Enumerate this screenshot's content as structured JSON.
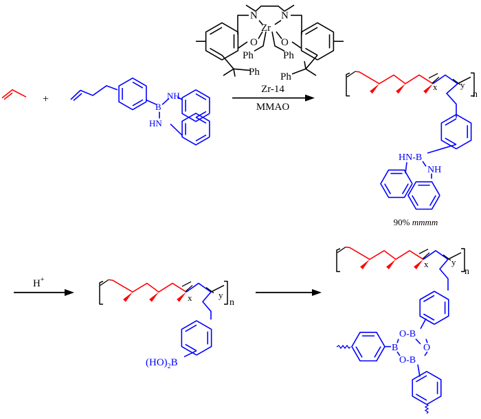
{
  "colors": {
    "propylene": "#ff0000",
    "comonomer": "#0000ff",
    "ink": "#000000"
  },
  "reactants": {
    "plus": "+",
    "nh_top": "NH",
    "b": "B",
    "hn_bottom": "HN"
  },
  "catalyst": {
    "n1": "N",
    "n2": "N",
    "zr": "Zr",
    "o1": "O",
    "o2": "O",
    "ph1": "Ph",
    "ph2": "Ph",
    "ph3": "Ph",
    "ph4": "Ph"
  },
  "step1": {
    "catalyst_label": "Zr-14",
    "cocatalyst_label": "MMAO"
  },
  "step2": {
    "reagent": "H",
    "reagent_sup": "+"
  },
  "product1": {
    "x": "x",
    "y": "y",
    "n": "n",
    "hnb": "HN-B",
    "nh": "NH",
    "tacticity_pct": "90%",
    "tacticity_label": "mmmm"
  },
  "product2": {
    "x": "x",
    "y": "y",
    "n": "n",
    "boronic": "(HO)",
    "boronic_sub": "2",
    "boronic_b": "B"
  },
  "product3": {
    "x": "x",
    "y": "y",
    "n": "n",
    "ob_top": "O-B",
    "b_left": "B",
    "o_right": "O",
    "ob_bottom": "O-B"
  }
}
